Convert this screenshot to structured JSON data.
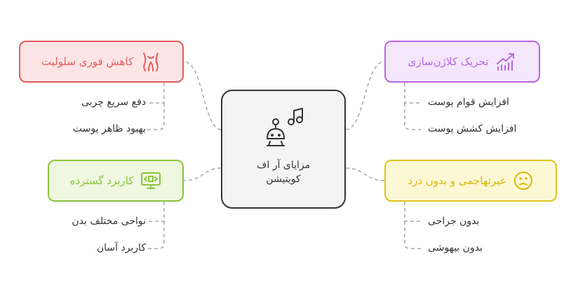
{
  "center": {
    "line1": "مزایای آر اف",
    "line2": "کویتیشن",
    "icon": "robot-music-icon"
  },
  "branches": {
    "top_left": {
      "label": "کاهش فوری سلولیت",
      "icon": "body-shape-icon",
      "color": "#e45b5b",
      "fill": "#fde5e5",
      "items": [
        "دفع سریع چربی",
        "بهبود ظاهر پوست"
      ]
    },
    "bottom_left": {
      "label": "کاربرد گسترده",
      "icon": "monitor-code-icon",
      "color": "#8cc43c",
      "fill": "#eef7df",
      "items": [
        "نواحی مختلف بدن",
        "کاربرد آسان"
      ]
    },
    "top_right": {
      "label": "تحریک کلاژن‌سازی",
      "icon": "growth-chart-icon",
      "color": "#b666e0",
      "fill": "#f4e6fb",
      "items": [
        "افزایش قوام پوست",
        "افزایش کشش پوست"
      ]
    },
    "bottom_right": {
      "label": "غیرتهاجمی و بدون درد",
      "icon": "worried-face-icon",
      "color": "#e0c420",
      "fill": "#fdf8d4",
      "items": [
        "بدون جراحی",
        "بدون بیهوشی"
      ]
    }
  }
}
